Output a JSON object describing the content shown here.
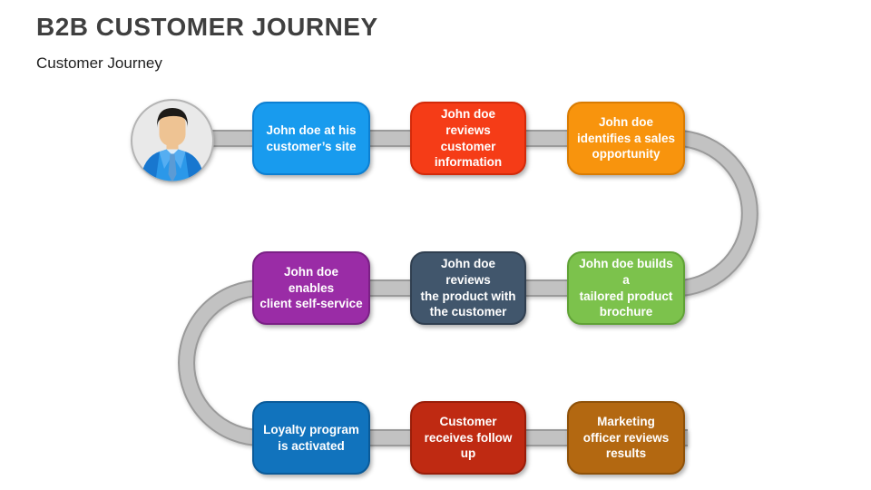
{
  "slide": {
    "title": "B2B CUSTOMER JOURNEY",
    "subtitle": "Customer Journey"
  },
  "colors": {
    "background": "#ffffff",
    "title_text": "#3f3f3f",
    "subtitle_text": "#1f1f1f",
    "path_fill": "#c2c2c2",
    "path_edge": "#9a9a9a"
  },
  "journey": {
    "avatar_icon": "businessman-avatar",
    "steps": [
      {
        "label": "John doe at his\ncustomer’s site",
        "fill": "#189bee",
        "border": "#0c7fd2"
      },
      {
        "label": "John doe reviews\ncustomer\ninformation",
        "fill": "#f53c17",
        "border": "#d32a0a"
      },
      {
        "label": "John doe\nidentifies a sales\nopportunity",
        "fill": "#f8940d",
        "border": "#d97c03"
      },
      {
        "label": "John doe enables\nclient self-service",
        "fill": "#9a2ca6",
        "border": "#7a2085"
      },
      {
        "label": "John doe reviews\nthe product with\nthe customer",
        "fill": "#41566c",
        "border": "#303f50"
      },
      {
        "label": "John doe builds a\ntailored product\nbrochure",
        "fill": "#7cc24c",
        "border": "#60a236"
      },
      {
        "label": "Loyalty program\nis activated",
        "fill": "#1173bd",
        "border": "#0a5a99"
      },
      {
        "label": "Customer\nreceives follow up",
        "fill": "#bf2a12",
        "border": "#991d09"
      },
      {
        "label": "Marketing\nofficer reviews\nresults",
        "fill": "#b36811",
        "border": "#8e5109"
      }
    ]
  }
}
